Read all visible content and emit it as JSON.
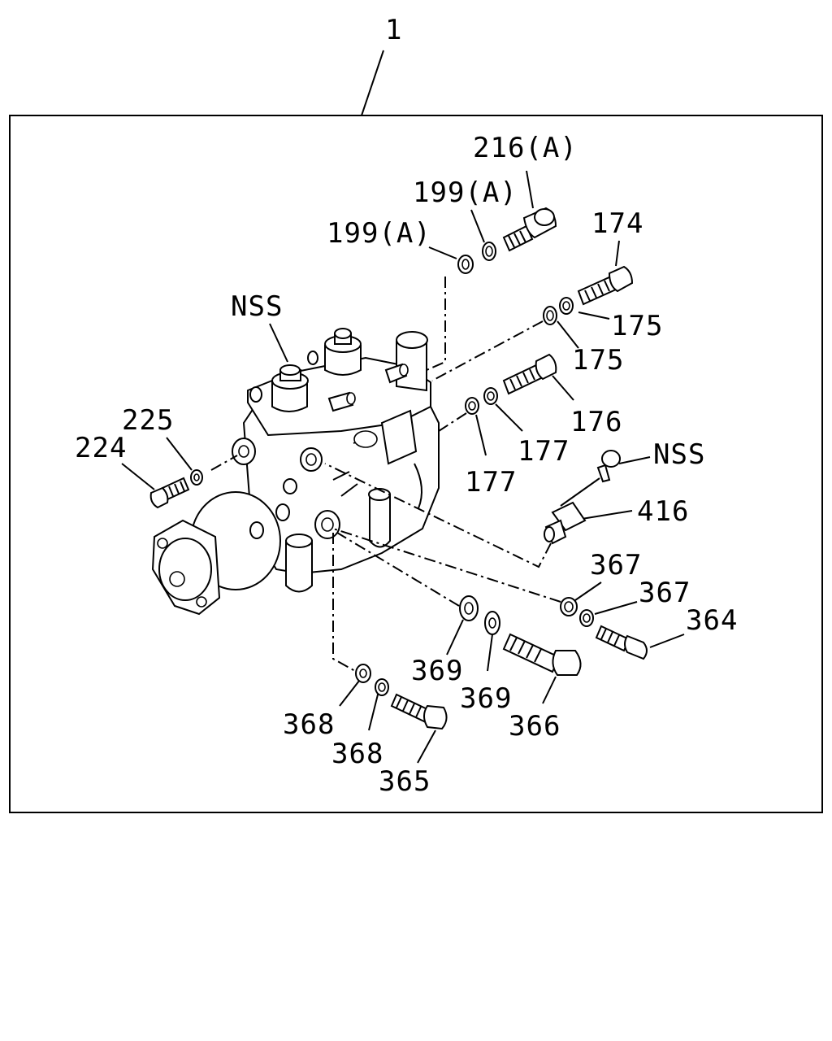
{
  "labels": {
    "assembly": "1",
    "p216a": "216(A)",
    "p199a_upper": "199(A)",
    "p199a_lower": "199(A)",
    "p174": "174",
    "p175_upper": "175",
    "p175_lower": "175",
    "nss_top": "NSS",
    "p176": "176",
    "p177_upper": "177",
    "p177_lower": "177",
    "p225": "225",
    "p224": "224",
    "nss_right": "NSS",
    "p416": "416",
    "p367_upper": "367",
    "p367_lower": "367",
    "p364": "364",
    "p369_upper": "369",
    "p369_lower": "369",
    "p366": "366",
    "p368_upper": "368",
    "p368_lower": "368",
    "p365": "365"
  },
  "colors": {
    "ink": "#000000",
    "paper": "#ffffff"
  }
}
